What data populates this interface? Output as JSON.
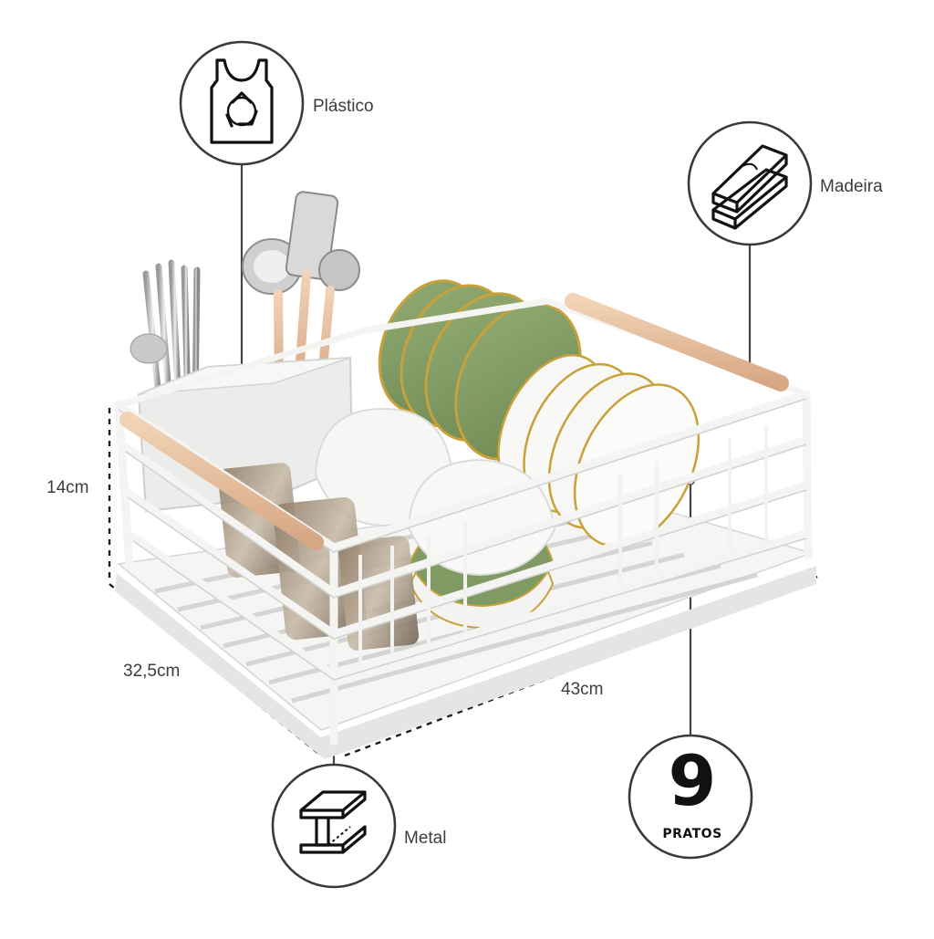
{
  "materials": {
    "plastic": {
      "label": "Plástico",
      "icon": "recycle-bag-icon"
    },
    "wood": {
      "label": "Madeira",
      "icon": "wood-planks-icon"
    },
    "metal": {
      "label": "Metal",
      "icon": "steel-beam-icon"
    }
  },
  "dimensions": {
    "height": "14cm",
    "depth": "32,5cm",
    "width": "43cm"
  },
  "capacity": {
    "number": "9",
    "unit": "PRATOS"
  },
  "colors": {
    "frame": "#f4f4f2",
    "wood": "#e7c09f",
    "plate_green": "#7f9a63",
    "plate_rim": "#c9a13a",
    "ink": "#333333"
  }
}
